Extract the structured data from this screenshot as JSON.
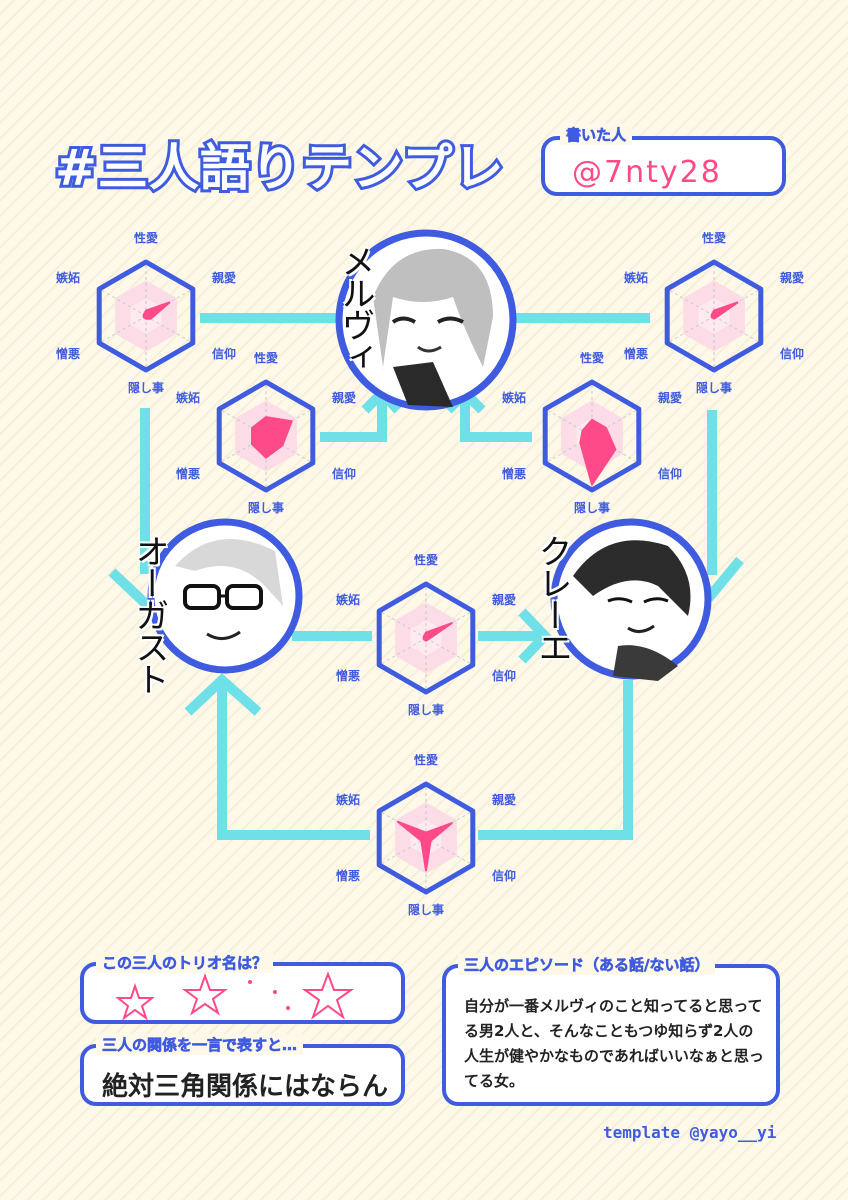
{
  "title": "#三人語りテンプレ",
  "author": {
    "label": "書いた人",
    "handle": "@7nty28"
  },
  "characters": [
    "メルヴィ",
    "オーガスト",
    "クレーエ"
  ],
  "axes": [
    "性愛",
    "親愛",
    "信仰",
    "隠し事",
    "憎悪",
    "嫉妬"
  ],
  "radar_levels": [
    {
      "id": "left-top",
      "values": [
        0.1,
        0.5,
        0.1,
        0.05,
        0.05,
        0.05
      ]
    },
    {
      "id": "right-top",
      "values": [
        0.1,
        0.5,
        0.05,
        0.05,
        0.05,
        0.05
      ]
    },
    {
      "id": "left-inner",
      "values": [
        0.35,
        0.55,
        0.35,
        0.4,
        0.3,
        0.3
      ]
    },
    {
      "id": "right-inner",
      "values": [
        0.3,
        0.3,
        0.5,
        0.9,
        0.25,
        0.2
      ]
    },
    {
      "id": "center",
      "values": [
        0.1,
        0.55,
        0.05,
        0.05,
        0.05,
        0.05
      ]
    },
    {
      "id": "bottom",
      "values": [
        0.1,
        0.55,
        0.1,
        0.6,
        0.1,
        0.6
      ]
    }
  ],
  "trio_box": {
    "label": "この三人のトリオ名は？"
  },
  "relation_box": {
    "label": "三人の関係を一言で表すと…",
    "text": "絶対三角関係にはならん"
  },
  "episode_box": {
    "label": "三人のエピソード（ある話/ない話）",
    "text": "自分が一番メルヴィのこと知ってると思ってる男2人と、そんなこともつゆ知らず2人の人生が健やかなものであればいいなぁと思ってる女。"
  },
  "credit": "template @yayo__yi",
  "colors": {
    "blue": "#3f5be0",
    "cyan": "#6fe0e8",
    "pink": "#ff4a8a",
    "pale": "#fcdce6"
  }
}
